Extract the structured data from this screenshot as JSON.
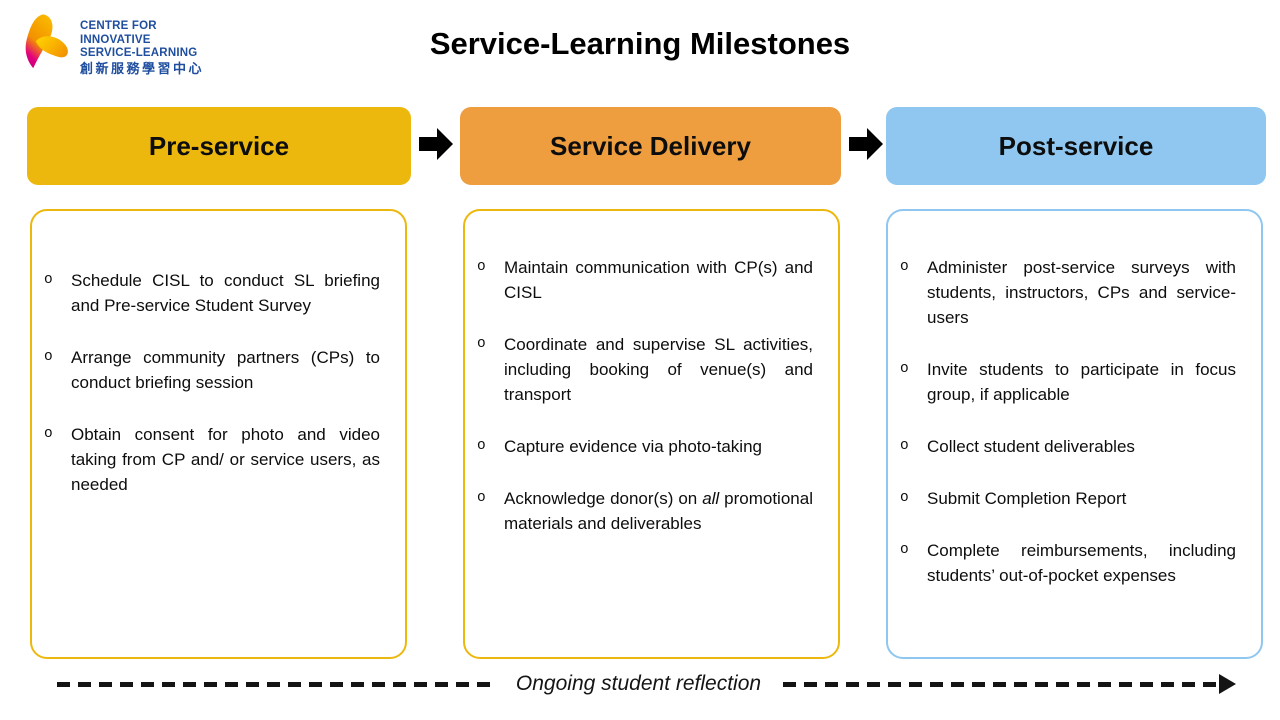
{
  "page": {
    "title": "Service-Learning Milestones"
  },
  "logo": {
    "line1": "CENTRE FOR",
    "line2": "INNOVATIVE",
    "line3": "SERVICE-LEARNING",
    "line4": "創新服務學習中心",
    "text_color": "#1F4E9F"
  },
  "bullet_glyph": "o",
  "colors": {
    "gold": "#EDB80D",
    "orange": "#EE9E3F",
    "blue": "#8FC7F0",
    "arrow_black": "#000000"
  },
  "columns": [
    {
      "id": "pre-service",
      "header": "Pre-service",
      "header_bg": "#EDB80D",
      "box_border": "#EDB80D",
      "bullets": [
        "Schedule CISL to conduct SL briefing and Pre-service Student Survey",
        "Arrange community partners (CPs) to conduct briefing session",
        "Obtain consent for photo and video taking from CP and/ or service users, as needed"
      ]
    },
    {
      "id": "service-delivery",
      "header": "Service Delivery",
      "header_bg": "#EE9E3F",
      "box_border": "#EDB80D",
      "bullets": [
        "Maintain communication with CP(s) and CISL",
        "Coordinate and supervise SL activities, including booking of venue(s) and transport",
        "Capture evidence via photo-taking",
        [
          {
            "text": "Acknowledge donor(s) on "
          },
          {
            "text": "all",
            "italic": true
          },
          {
            "text": " promotional materials and deliverables"
          }
        ]
      ]
    },
    {
      "id": "post-service",
      "header": "Post-service",
      "header_bg": "#8FC7F0",
      "box_border": "#8FC7F0",
      "bullets": [
        "Administer post-service surveys with students, instructors, CPs and service-users",
        "Invite students to participate in focus group, if applicable",
        "Collect student deliverables",
        "Submit Completion Report",
        "Complete reimbursements, including students’ out-of-pocket expenses"
      ]
    }
  ],
  "footer": {
    "label": "Ongoing student reflection"
  }
}
